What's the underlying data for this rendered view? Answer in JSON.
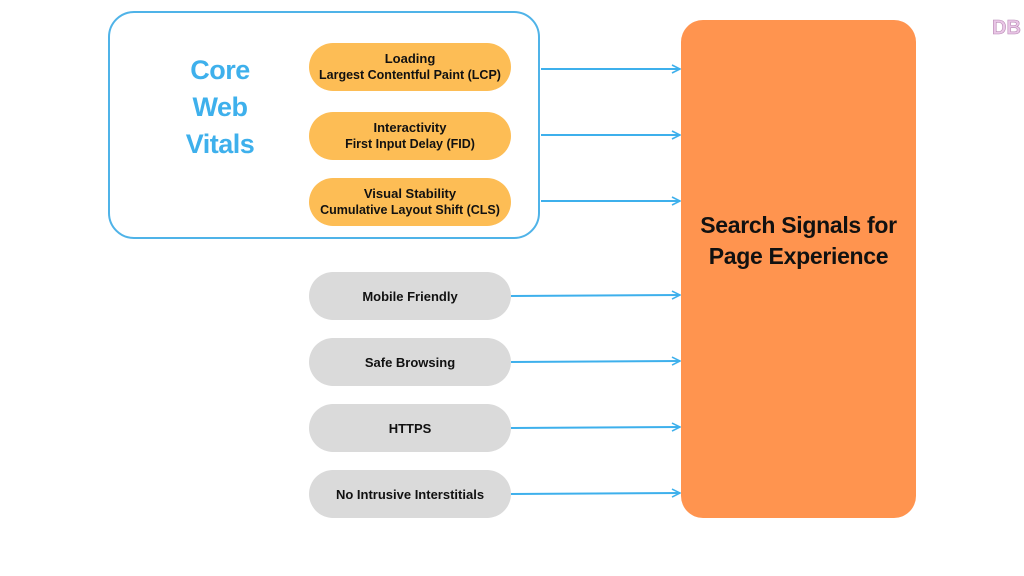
{
  "core_web_vitals": {
    "title_lines": [
      "Core",
      "Web",
      "Vitals"
    ],
    "items": [
      {
        "label": "Loading",
        "sub": "Largest Contentful Paint (LCP)"
      },
      {
        "label": "Interactivity",
        "sub": "First Input Delay (FID)"
      },
      {
        "label": "Visual Stability",
        "sub": "Cumulative Layout Shift (CLS)"
      }
    ]
  },
  "other_signals": [
    {
      "label": "Mobile Friendly"
    },
    {
      "label": "Safe Browsing"
    },
    {
      "label": "HTTPS"
    },
    {
      "label": "No Intrusive Interstitials"
    }
  ],
  "target": {
    "title_lines": [
      "Search Signals for",
      "Page Experience"
    ]
  },
  "logo": {
    "text": "DB"
  },
  "colors": {
    "accent_blue": "#3eb0ec",
    "vital_pill": "#fdbd55",
    "signal_pill": "#dadada",
    "target_box": "#ff944f"
  }
}
